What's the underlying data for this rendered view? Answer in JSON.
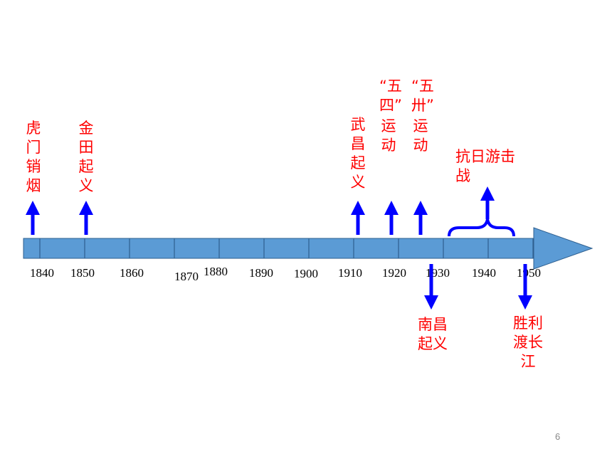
{
  "timeline": {
    "years": [
      "1840",
      "1850",
      "1860",
      "1870",
      "1880",
      "1890",
      "1900",
      "1910",
      "1920",
      "1930",
      "1940",
      "1950"
    ],
    "colors": {
      "bar": "#5b9bd5",
      "bar_edge": "#2e5f8f",
      "arrow": "#0000ff",
      "event_text": "#ff0000"
    }
  },
  "events": {
    "humen": "虎门销烟",
    "jintian": "金田起义",
    "wuchang": "武昌起义",
    "wusi_quote": "“五四”",
    "wusi_suffix": "运动",
    "wusa_quote": "“五卅”",
    "wusa_suffix": "运动",
    "kangri": "抗日游击战",
    "nanchang": "南昌起义",
    "shengli": "胜利渡长江"
  },
  "page_number": "6"
}
